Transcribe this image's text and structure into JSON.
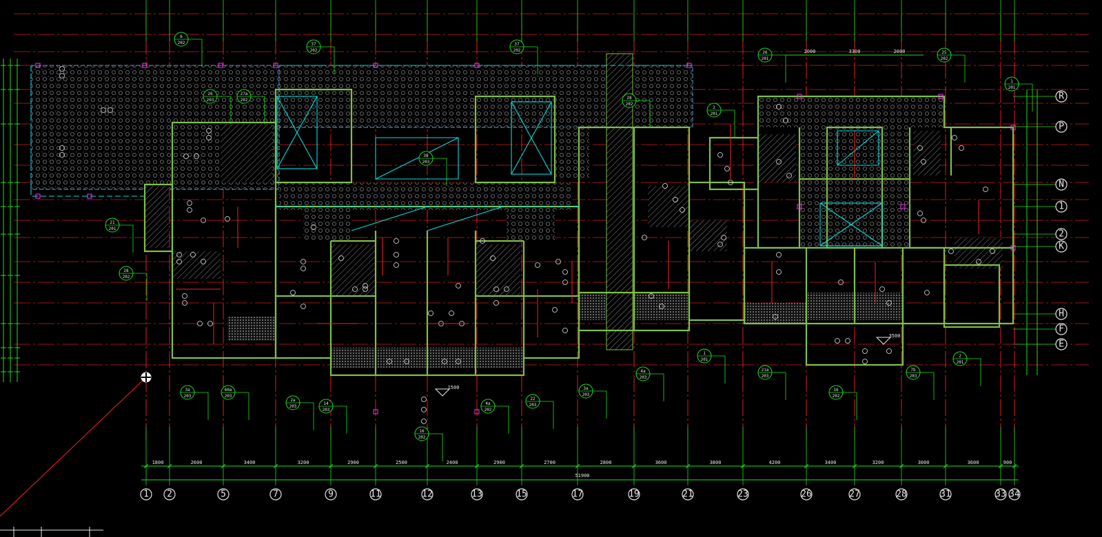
{
  "drawing": {
    "background": "#000000",
    "colors": {
      "axis_line": "#ff2020",
      "dim_line": "#19e619",
      "wall": "#7fbf4a",
      "wall_inner": "#c8c8c8",
      "cyan": "#00e0e0",
      "hatch": "#8a8a8a",
      "text": "#e8e8e8",
      "magenta": "#ff30ff"
    },
    "bottom_axes": [
      "1",
      "2",
      "5",
      "7",
      "9",
      "11",
      "12",
      "13",
      "15",
      "17",
      "19",
      "21",
      "23",
      "26",
      "27",
      "28",
      "31",
      "33",
      "34"
    ],
    "right_axes": [
      "R",
      "P",
      "N",
      "1",
      "2",
      "K",
      "H",
      "F",
      "E"
    ],
    "bottom_dims": [
      "1800",
      "2600",
      "3400",
      "3200",
      "2900",
      "2500",
      "2400",
      "2900",
      "2700",
      "2800",
      "3600",
      "3800",
      "4200",
      "3400",
      "3200",
      "3000",
      "3600",
      "900"
    ],
    "total_dim": "51900",
    "top_dims": [
      "2000",
      "3300",
      "2000"
    ],
    "labels": {
      "lift": "1500",
      "lift_right": "3500"
    },
    "callouts": [
      {
        "num": "6",
        "sheet": "202"
      },
      {
        "num": "37",
        "sheet": "202"
      },
      {
        "num": "37",
        "sheet": "202"
      },
      {
        "num": "26",
        "sheet": "201"
      },
      {
        "num": "25",
        "sheet": "202"
      },
      {
        "num": "21",
        "sheet": "201"
      },
      {
        "num": "28",
        "sheet": "202"
      },
      {
        "num": "26",
        "sheet": "203"
      },
      {
        "num": "27a",
        "sheet": "202"
      },
      {
        "num": "38",
        "sheet": "203"
      },
      {
        "num": "28",
        "sheet": "202"
      },
      {
        "num": "2",
        "sheet": "201"
      },
      {
        "num": "3a",
        "sheet": "203"
      },
      {
        "num": "60a",
        "sheet": "203"
      },
      {
        "num": "2a",
        "sheet": "203"
      },
      {
        "num": "14",
        "sheet": "203"
      },
      {
        "num": "4a",
        "sheet": "202"
      },
      {
        "num": "22",
        "sheet": "203"
      },
      {
        "num": "16",
        "sheet": "202"
      },
      {
        "num": "3a",
        "sheet": "203"
      },
      {
        "num": "4a",
        "sheet": "203"
      },
      {
        "num": "1",
        "sheet": "201"
      },
      {
        "num": "21a",
        "sheet": "203"
      },
      {
        "num": "16",
        "sheet": "202"
      },
      {
        "num": "7b",
        "sheet": "203"
      },
      {
        "num": "2",
        "sheet": "201"
      },
      {
        "num": "1",
        "sheet": "201"
      }
    ]
  }
}
